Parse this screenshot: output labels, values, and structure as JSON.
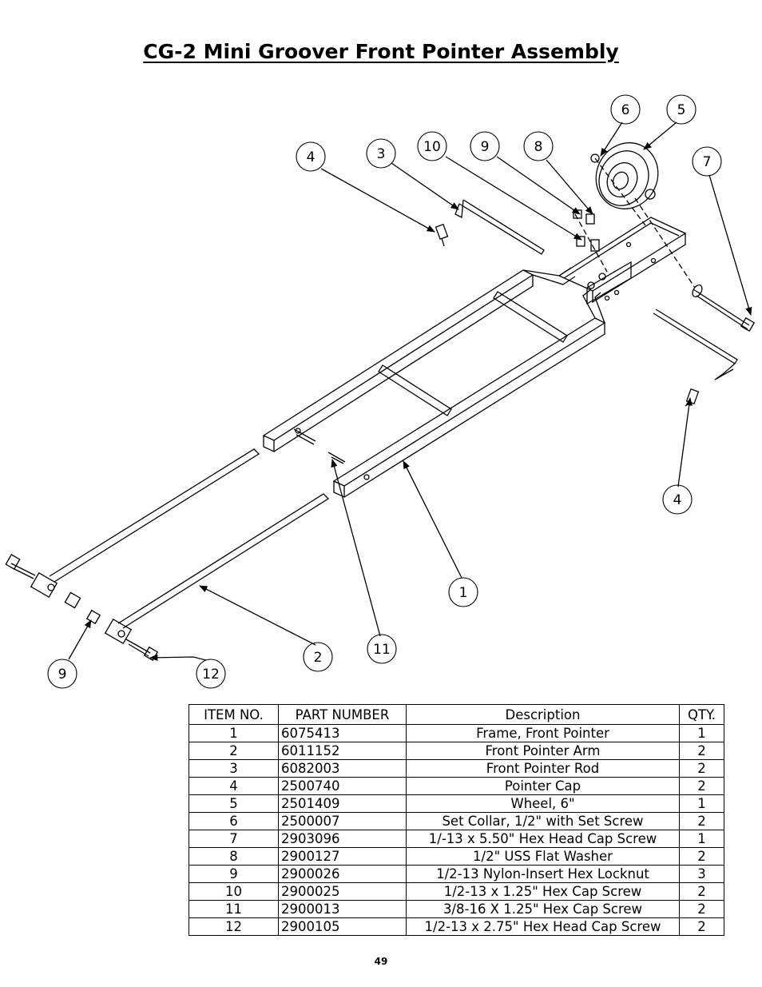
{
  "title": "CG-2 Mini Groover Front Pointer Assembly",
  "callouts": [
    "6",
    "5",
    "4",
    "3",
    "10",
    "9",
    "8",
    "7",
    "4",
    "1",
    "2",
    "11",
    "9",
    "12"
  ],
  "bom": {
    "headers": {
      "item": "ITEM NO.",
      "part": "PART NUMBER",
      "desc": "Description",
      "qty": "QTY."
    },
    "rows": [
      {
        "item": "1",
        "part": "6075413",
        "desc": "Frame, Front Pointer",
        "qty": "1"
      },
      {
        "item": "2",
        "part": "6011152",
        "desc": "Front Pointer Arm",
        "qty": "2"
      },
      {
        "item": "3",
        "part": "6082003",
        "desc": "Front Pointer Rod",
        "qty": "2"
      },
      {
        "item": "4",
        "part": "2500740",
        "desc": "Pointer Cap",
        "qty": "2"
      },
      {
        "item": "5",
        "part": "2501409",
        "desc": "Wheel, 6\"",
        "qty": "1"
      },
      {
        "item": "6",
        "part": "2500007",
        "desc": "Set Collar, 1/2\" with Set Screw",
        "qty": "2"
      },
      {
        "item": "7",
        "part": "2903096",
        "desc": "1/-13 x 5.50\" Hex Head Cap Screw",
        "qty": "1"
      },
      {
        "item": "8",
        "part": "2900127",
        "desc": "1/2\" USS Flat Washer",
        "qty": "2"
      },
      {
        "item": "9",
        "part": "2900026",
        "desc": "1/2-13 Nylon-Insert Hex Locknut",
        "qty": "3"
      },
      {
        "item": "10",
        "part": "2900025",
        "desc": "1/2-13 x 1.25\" Hex Cap Screw",
        "qty": "2"
      },
      {
        "item": "11",
        "part": "2900013",
        "desc": "3/8-16 X 1.25\" Hex Cap Screw",
        "qty": "2"
      },
      {
        "item": "12",
        "part": "2900105",
        "desc": "1/2-13 x 2.75\" Hex Head Cap Screw",
        "qty": "2"
      }
    ]
  },
  "page_number": "49"
}
